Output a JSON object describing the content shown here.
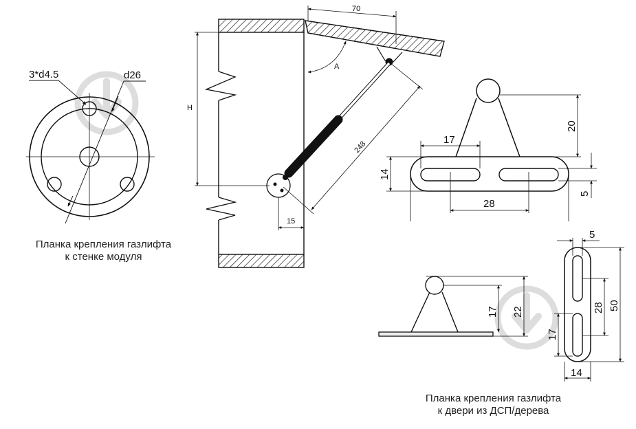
{
  "wall_plate": {
    "hole_label": "3*d4.5",
    "diameter_label": "d26",
    "caption_line1": "Планка крепления газлифта",
    "caption_line2": "к стенке модуля"
  },
  "cabinet": {
    "dim_top": "70",
    "angle_label": "A",
    "height_label": "H",
    "strut_length": "248",
    "offset_label": "15"
  },
  "door_bracket_front": {
    "dim_slot_offset": "17",
    "dim_height": "20",
    "dim_width": "14",
    "dim_slot_spacing": "28",
    "dim_slot_width": "5"
  },
  "door_bracket_side": {
    "dim_17": "17",
    "dim_22": "22"
  },
  "door_bracket_plan": {
    "dim_5": "5",
    "dim_28": "28",
    "dim_50": "50",
    "dim_17": "17",
    "dim_14": "14",
    "caption_line1": "Планка крепления газлифта",
    "caption_line2": "к двери из ДСП/дерева"
  }
}
